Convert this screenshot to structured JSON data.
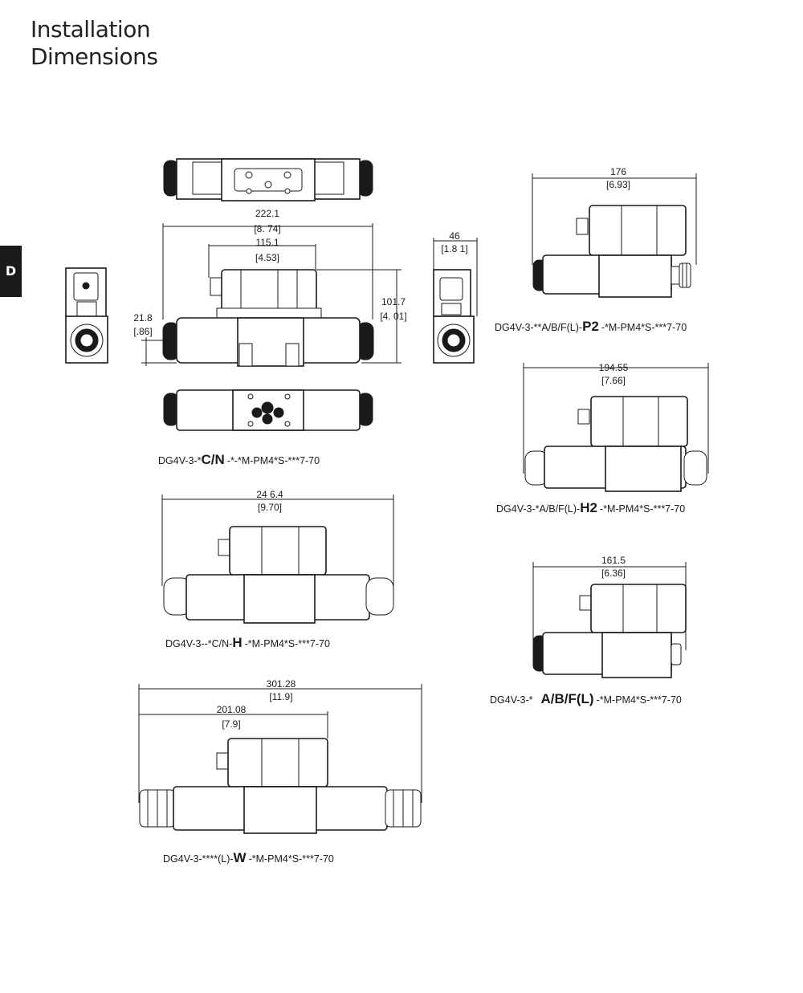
{
  "header": {
    "title_line1": "Installation",
    "title_line2": "Dimensions"
  },
  "section_tab": "D",
  "dimensions": {
    "overall_width": "222.1",
    "overall_width_in": "[8. 74]",
    "center_width": "115.1",
    "center_width_in": "[4.53]",
    "height": "101.7",
    "height_in": "[4. 01]",
    "offset": "21.8",
    "offset_in": "[.86]",
    "side_width": "46",
    "side_width_in": "[1.8 1]",
    "p2_width": "176",
    "p2_width_in": "[6.93]",
    "h2_width": "194.55",
    "h2_width_in": "[7.66]",
    "h_width": "24 6.4",
    "h_width_in": "[9.70]",
    "abf_width": "161.5",
    "abf_width_in": "[6.36]",
    "w_width": "301.28",
    "w_width_in": "[11.9]",
    "w_half": "201.08",
    "w_half_in": "[7.9]"
  },
  "captions": {
    "cn_pre": "DG4V-3-*",
    "cn_bold": "C/N",
    "cn_post": "-*-*M-PM4*S-***7-70",
    "p2_pre": "DG4V-3-**A/B/F(L)-",
    "p2_bold": "P2",
    "p2_post": "-*M-PM4*S-***7-70",
    "h2_pre": "DG4V-3-*A/B/F(L)-",
    "h2_bold": "H2",
    "h2_post": "-*M-PM4*S-***7-70",
    "h_pre": "DG4V-3--*C/N-",
    "h_bold": "H",
    "h_post": "-*M-PM4*S-***7-70",
    "abf_pre": "DG4V-3-*",
    "abf_bold": "A/B/F(L)",
    "abf_post": "-*M-PM4*S-***7-70",
    "w_pre": "DG4V-3-****(L)-",
    "w_bold": "W",
    "w_post": "-*M-PM4*S-***7-70"
  }
}
